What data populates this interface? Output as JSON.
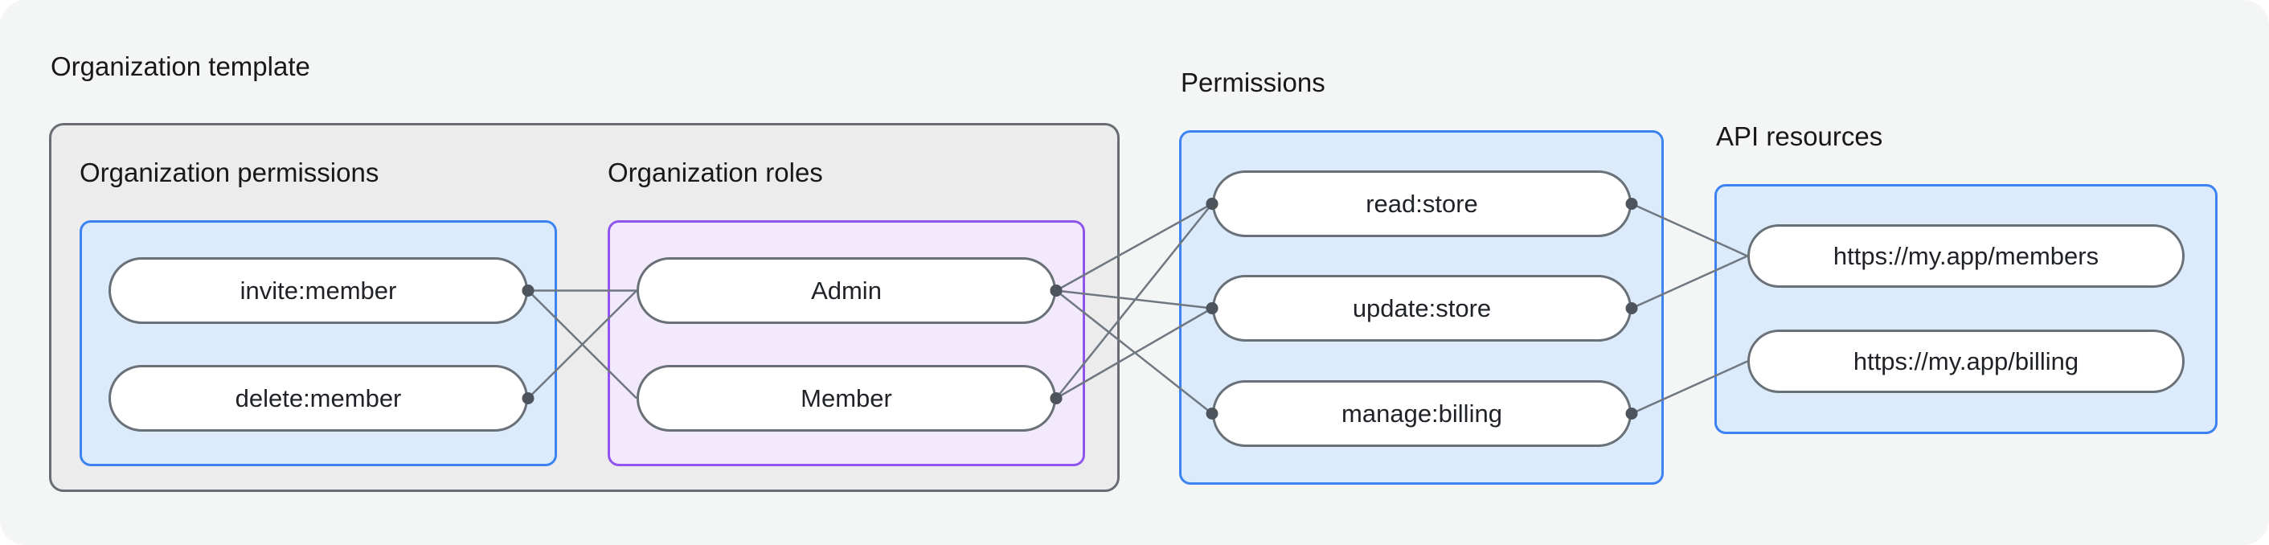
{
  "organization_template": {
    "title": "Organization template",
    "permissions_group": {
      "title": "Organization permissions",
      "items": [
        {
          "id": "invite-member",
          "label": "invite:member"
        },
        {
          "id": "delete-member",
          "label": "delete:member"
        }
      ]
    },
    "roles_group": {
      "title": "Organization roles",
      "items": [
        {
          "id": "admin",
          "label": "Admin"
        },
        {
          "id": "member",
          "label": "Member"
        }
      ]
    }
  },
  "permissions": {
    "title": "Permissions",
    "items": [
      {
        "id": "read-store",
        "label": "read:store"
      },
      {
        "id": "update-store",
        "label": "update:store"
      },
      {
        "id": "manage-billing",
        "label": "manage:billing"
      }
    ]
  },
  "api_resources": {
    "title": "API resources",
    "items": [
      {
        "id": "api-members",
        "label": "https://my.app/members"
      },
      {
        "id": "api-billing",
        "label": "https://my.app/billing"
      }
    ]
  },
  "edges": [
    {
      "from": "invite-member",
      "to": "admin",
      "dot_from": true,
      "dot_to": false
    },
    {
      "from": "invite-member",
      "to": "member",
      "dot_from": true,
      "dot_to": false
    },
    {
      "from": "delete-member",
      "to": "admin",
      "dot_from": true,
      "dot_to": false
    },
    {
      "from": "admin",
      "to": "read-store",
      "dot_from": true,
      "dot_to": true
    },
    {
      "from": "admin",
      "to": "update-store",
      "dot_from": true,
      "dot_to": true
    },
    {
      "from": "admin",
      "to": "manage-billing",
      "dot_from": true,
      "dot_to": true
    },
    {
      "from": "member",
      "to": "read-store",
      "dot_from": true,
      "dot_to": true
    },
    {
      "from": "member",
      "to": "update-store",
      "dot_from": true,
      "dot_to": true
    },
    {
      "from": "read-store",
      "to": "api-members",
      "dot_from": true,
      "dot_to": false
    },
    {
      "from": "update-store",
      "to": "api-members",
      "dot_from": true,
      "dot_to": false
    },
    {
      "from": "manage-billing",
      "to": "api-billing",
      "dot_from": true,
      "dot_to": false
    }
  ],
  "colors": {
    "canvas_background": "#f4f5f5",
    "template_box_border": "#696d73",
    "template_box_fill": "#ececec",
    "blue_box_border": "#3c82f0",
    "blue_box_fill": "#dcebfc",
    "purple_box_border": "#8f55ec",
    "purple_box_fill": "#f2e9fd",
    "pill_border": "#697077",
    "line": "#6f7780",
    "dot": "#4d545c"
  }
}
